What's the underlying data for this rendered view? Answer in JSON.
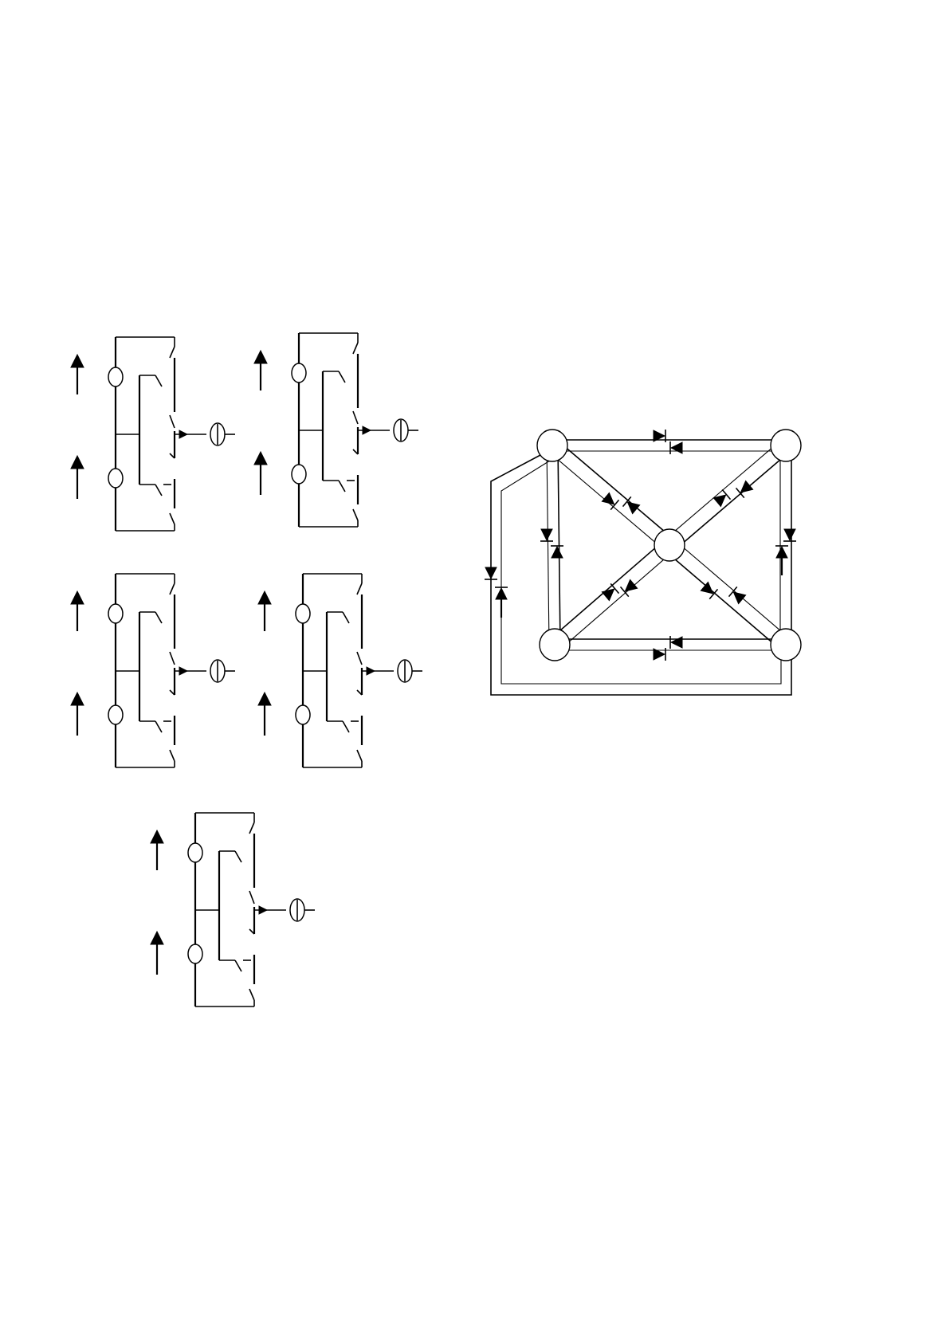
{
  "diagram": {
    "colors": {
      "stroke": "#000000",
      "background": "#ffffff"
    },
    "switch_circuits": [
      {
        "id": "circuit-1",
        "variant": "switches-open"
      },
      {
        "id": "circuit-2",
        "variant": "switches-open"
      },
      {
        "id": "circuit-3",
        "variant": "lower-switch-open"
      },
      {
        "id": "circuit-4",
        "variant": "lower-switch-open"
      },
      {
        "id": "circuit-5",
        "variant": "lower-switch-open"
      }
    ],
    "network": {
      "nodes": [
        "top-left",
        "top-right",
        "center",
        "bottom-left",
        "bottom-right"
      ],
      "links": [
        {
          "from": "top-left",
          "to": "top-right",
          "diodes": 2
        },
        {
          "from": "bottom-left",
          "to": "bottom-right",
          "diodes": 2
        },
        {
          "from": "top-left",
          "to": "bottom-left",
          "diodes": 2
        },
        {
          "from": "top-right",
          "to": "bottom-right",
          "diodes": 2
        },
        {
          "from": "top-left",
          "to": "center",
          "diodes": 2
        },
        {
          "from": "top-right",
          "to": "center",
          "diodes": 2
        },
        {
          "from": "bottom-left",
          "to": "center",
          "diodes": 2
        },
        {
          "from": "bottom-right",
          "to": "center",
          "diodes": 2
        },
        {
          "from": "top-left",
          "to": "bottom-right",
          "path": "outer-loop",
          "diodes": 2
        }
      ]
    }
  }
}
